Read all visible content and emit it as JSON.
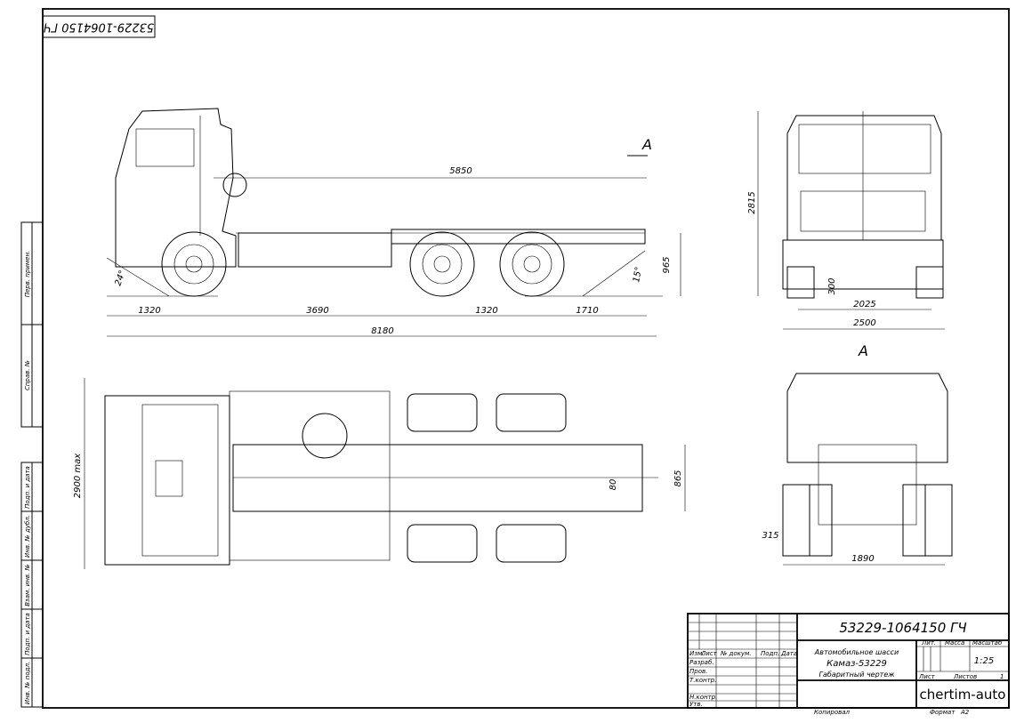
{
  "stamp_rotated": "53229-1064150 ГЧ",
  "side_strip": [
    "Перв. примен.",
    "Справ. №",
    "Подп. и дата",
    "Инв. № дубл.",
    "Взам. инв. №",
    "Подп. и дата",
    "Инв. № подл."
  ],
  "side_view": {
    "dims": {
      "overall_frame": "5850",
      "front_overhang": "1320",
      "wheelbase": "3690",
      "tandem": "1320",
      "rear_overhang": "1710",
      "total_length": "8180",
      "frame_height": "965",
      "approach_angle": "24°",
      "departure_angle": "15°"
    },
    "section_mark": "A"
  },
  "front_view": {
    "dims": {
      "height": "2815",
      "clearance": "300",
      "track": "2025",
      "width": "2500"
    }
  },
  "rear_view": {
    "label": "A",
    "dims": {
      "tire": "315",
      "track": "1890"
    }
  },
  "top_view": {
    "dims": {
      "width": "2900 max",
      "frame_width": "865",
      "frame_offset": "80"
    }
  },
  "title_block": {
    "designation": "53229-1064150 ГЧ",
    "name_lines": [
      "Автомобильное шасси",
      "Камаз-53229",
      "Габаритный чертеж"
    ],
    "col_headers": [
      "Изм.",
      "Лист",
      "№ докум.",
      "Подп.",
      "Дата"
    ],
    "roles": [
      "Разраб.",
      "Пров.",
      "Т.контр.",
      "",
      "Н.контр.",
      "Утв."
    ],
    "lit_label": "Лит.",
    "mass_label": "Масса",
    "scale_label": "Масштаб",
    "scale": "1:25",
    "sheet_label": "Лист",
    "sheets_label": "Листов",
    "sheets": "1",
    "org": "chertim-auto",
    "copied_label": "Копировал",
    "format_label": "Формат",
    "format": "А2"
  }
}
